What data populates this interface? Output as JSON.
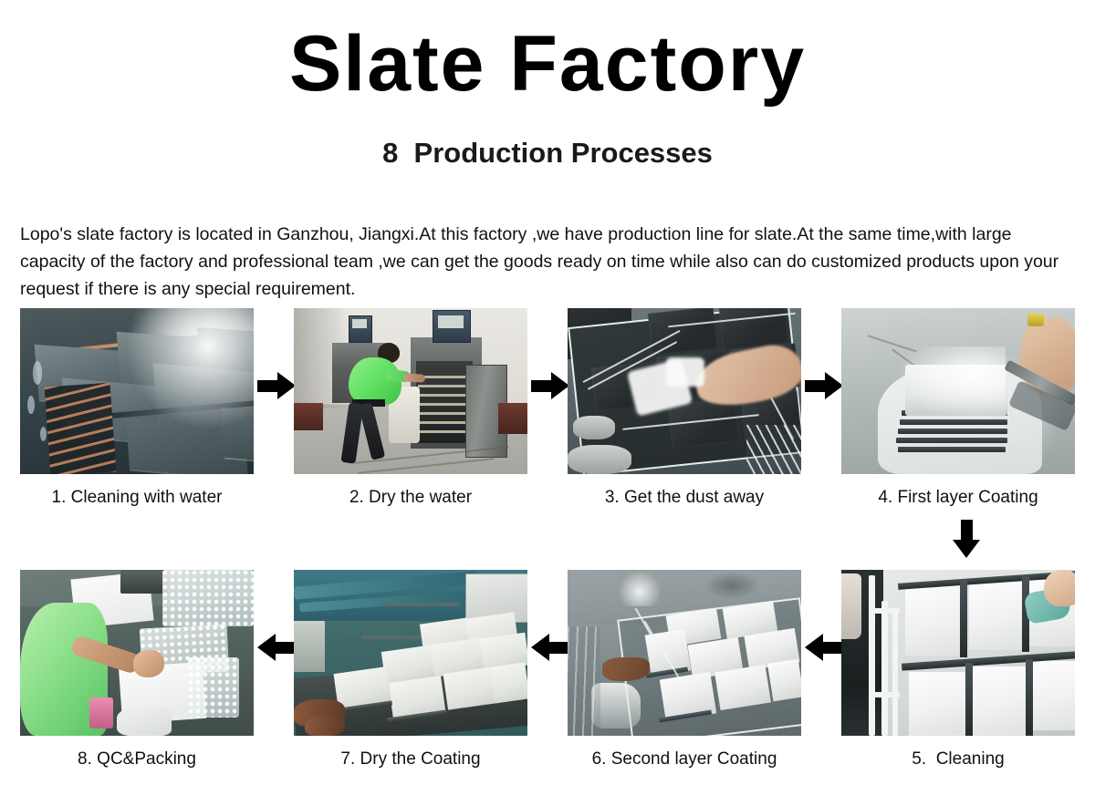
{
  "page": {
    "title": "Slate Factory",
    "subtitle": "8  Production Processes",
    "intro": "Lopo's slate factory is located in Ganzhou, Jiangxi.At this factory ,we have production line for slate.At the same time,with large capacity of the factory and professional team ,we can get the goods ready on time while also can do customized products upon your request if there is any special requirement.",
    "background_color": "#ffffff",
    "text_color": "#000000",
    "arrow_color": "#000000"
  },
  "process": {
    "row1": [
      {
        "caption": "1. Cleaning with water",
        "step": "1"
      },
      {
        "caption": "2. Dry the water",
        "step": "2"
      },
      {
        "caption": "3. Get the dust away",
        "step": "3"
      },
      {
        "caption": "4. First layer Coating",
        "step": "4"
      }
    ],
    "row2": [
      {
        "caption": "8. QC&Packing",
        "step": "8"
      },
      {
        "caption": "7. Dry the Coating",
        "step": "7"
      },
      {
        "caption": "6. Second layer Coating",
        "step": "6"
      },
      {
        "caption": "5.  Cleaning",
        "step": "5"
      }
    ]
  },
  "arrows": {
    "right_1_2": "arrow-right-icon",
    "right_2_3": "arrow-right-icon",
    "right_3_4": "arrow-right-icon",
    "down_4_5": "arrow-down-icon",
    "left_5_6": "arrow-left-icon",
    "left_6_7": "arrow-left-icon",
    "left_7_8": "arrow-left-icon"
  }
}
